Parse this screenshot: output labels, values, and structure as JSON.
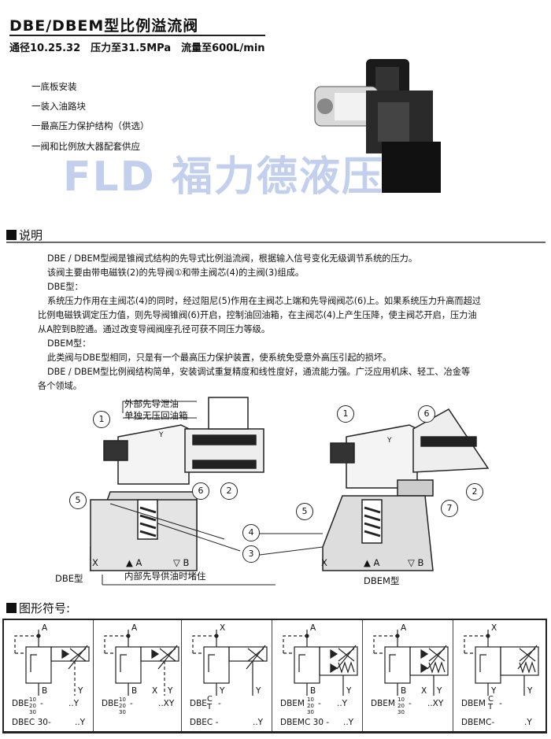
{
  "header": {
    "title": "DBE/DBEM型比例溢流阀",
    "spec": "通径10.25.32　压力至31.5MPa　流量至600L/min"
  },
  "features": [
    "一底板安装",
    "一装入油路块",
    "一最高压力保护结构（供选）",
    "一阀和比例放大器配套供应"
  ],
  "watermark": "FLD 福力德液压",
  "description": {
    "heading": "说明",
    "lines": [
      "DBE / DBEM型阀是锥阀式结构的先导式比例溢流阀，根据输入信号变化无级调节系统的压力。",
      "该阀主要由带电磁铁(2)的先导阀①和带主阀芯(4)的主阀(3)组成。",
      "DBE型：",
      "系统压力作用在主阀芯(4)的同时，经过阻尼(5)作用在主阀芯上端和先导阀阀芯(6)上。如果系统压力升高而超过",
      "比例电磁铁调定压力值，则先导阀锥阀(6)开启，控制油回油箱，在主阀芯(4)上产生压降，使主阀芯开启，压力油",
      "从A腔到B腔通。通过改变导阀阀座孔径可获不同压力等级。",
      "DBEM型：",
      "此类阀与DBE型相同，只是有一个最高压力保护装置，使系统免受意外高压引起的损坏。",
      "DBE / DBEM型比例阀结构简单，安装调试重复精度和线性度好，通流能力强。广泛应用机床、轻工、冶金等",
      "各个领域。"
    ]
  },
  "diagrams": {
    "dbe": {
      "note_top_1": "外部先导泄油",
      "note_top_2": "单独无压回油箱",
      "note_bottom": "内部先导供油时堵住",
      "name": "DBE型",
      "port_x": "X",
      "port_a": "A",
      "port_b": "B",
      "port_y": "Y",
      "callouts": [
        "1",
        "6",
        "2",
        "5",
        "4",
        "3"
      ]
    },
    "dbem": {
      "name": "DBEM型",
      "port_x": "X",
      "port_a": "A",
      "port_b": "B",
      "port_y": "Y",
      "callouts": [
        "1",
        "6",
        "2",
        "7",
        "5"
      ]
    }
  },
  "symbols": {
    "heading": "图形符号:",
    "cells": [
      {
        "top_port": "A",
        "ports": [
          "B",
          "Y"
        ],
        "model": "DBE",
        "sizes": [
          "10",
          "20",
          "30"
        ],
        "suffix": "..Y",
        "model2": "DBEC 30-",
        "suffix2": "..Y"
      },
      {
        "top_port": "A",
        "ports": [
          "B",
          "X",
          "Y"
        ],
        "model": "DBE",
        "sizes": [
          "10",
          "20",
          "30"
        ],
        "suffix": "..XY",
        "model2": "",
        "suffix2": ""
      },
      {
        "top_port": "X",
        "ports": [
          "Y",
          "Y"
        ],
        "model": "DBE",
        "sizes": [
          "C",
          "T"
        ],
        "suffix": "",
        "model2": "DBEC -",
        "suffix2": "..Y"
      },
      {
        "top_port": "A",
        "ports": [
          "B",
          "Y"
        ],
        "model": "DBEM",
        "sizes": [
          "10",
          "20",
          "30"
        ],
        "suffix": "..Y",
        "model2": "DBEMC 30 -",
        "suffix2": "..Y"
      },
      {
        "top_port": "A",
        "ports": [
          "B",
          "X",
          "Y"
        ],
        "model": "DBEM",
        "sizes": [
          "10",
          "20",
          "30"
        ],
        "suffix": "..XY",
        "model2": "",
        "suffix2": ""
      },
      {
        "top_port": "X",
        "ports": [
          "Y",
          "Y"
        ],
        "model": "DBEM",
        "sizes": [
          "C",
          "T"
        ],
        "suffix": "",
        "model2": "DBEMC-",
        "suffix2": ".Y"
      }
    ]
  }
}
